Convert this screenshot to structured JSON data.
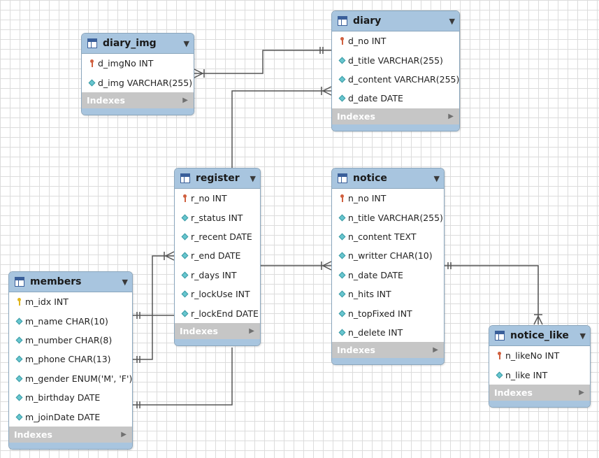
{
  "tables": {
    "diary_img": {
      "name": "diary_img",
      "columns": [
        {
          "label": "d_imgNo INT",
          "key": "pk"
        },
        {
          "label": "d_img VARCHAR(255)",
          "key": "attr"
        }
      ],
      "indexes": "Indexes"
    },
    "diary": {
      "name": "diary",
      "columns": [
        {
          "label": "d_no INT",
          "key": "pk"
        },
        {
          "label": "d_title VARCHAR(255)",
          "key": "attr"
        },
        {
          "label": "d_content VARCHAR(255)",
          "key": "attr"
        },
        {
          "label": "d_date DATE",
          "key": "attr"
        }
      ],
      "indexes": "Indexes"
    },
    "register": {
      "name": "register",
      "columns": [
        {
          "label": "r_no INT",
          "key": "pk"
        },
        {
          "label": "r_status INT",
          "key": "attr"
        },
        {
          "label": "r_recent DATE",
          "key": "attr"
        },
        {
          "label": "r_end DATE",
          "key": "attr"
        },
        {
          "label": "r_days INT",
          "key": "attr"
        },
        {
          "label": "r_lockUse INT",
          "key": "attr"
        },
        {
          "label": "r_lockEnd DATE",
          "key": "attr"
        }
      ],
      "indexes": "Indexes"
    },
    "notice": {
      "name": "notice",
      "columns": [
        {
          "label": "n_no INT",
          "key": "pk"
        },
        {
          "label": "n_title VARCHAR(255)",
          "key": "attr"
        },
        {
          "label": "n_content TEXT",
          "key": "attr"
        },
        {
          "label": "n_writter CHAR(10)",
          "key": "attr"
        },
        {
          "label": "n_date DATE",
          "key": "attr"
        },
        {
          "label": "n_hits INT",
          "key": "attr"
        },
        {
          "label": "n_topFixed INT",
          "key": "attr"
        },
        {
          "label": "n_delete INT",
          "key": "attr"
        }
      ],
      "indexes": "Indexes"
    },
    "members": {
      "name": "members",
      "columns": [
        {
          "label": "m_idx INT",
          "key": "yk"
        },
        {
          "label": "m_name CHAR(10)",
          "key": "attr"
        },
        {
          "label": "m_number CHAR(8)",
          "key": "attr"
        },
        {
          "label": "m_phone CHAR(13)",
          "key": "attr"
        },
        {
          "label": "m_gender ENUM('M', 'F')",
          "key": "attr"
        },
        {
          "label": "m_birthday DATE",
          "key": "attr"
        },
        {
          "label": "m_joinDate DATE",
          "key": "attr"
        }
      ],
      "indexes": "Indexes"
    },
    "notice_like": {
      "name": "notice_like",
      "columns": [
        {
          "label": "n_likeNo INT",
          "key": "pk"
        },
        {
          "label": "n_like INT",
          "key": "attr"
        }
      ],
      "indexes": "Indexes"
    }
  },
  "colors": {
    "header": "#a8c5df",
    "indexes_bar": "#c6c6c6",
    "line": "#555555",
    "primary_key": "#d0603f",
    "attribute": "#67c6cf"
  }
}
